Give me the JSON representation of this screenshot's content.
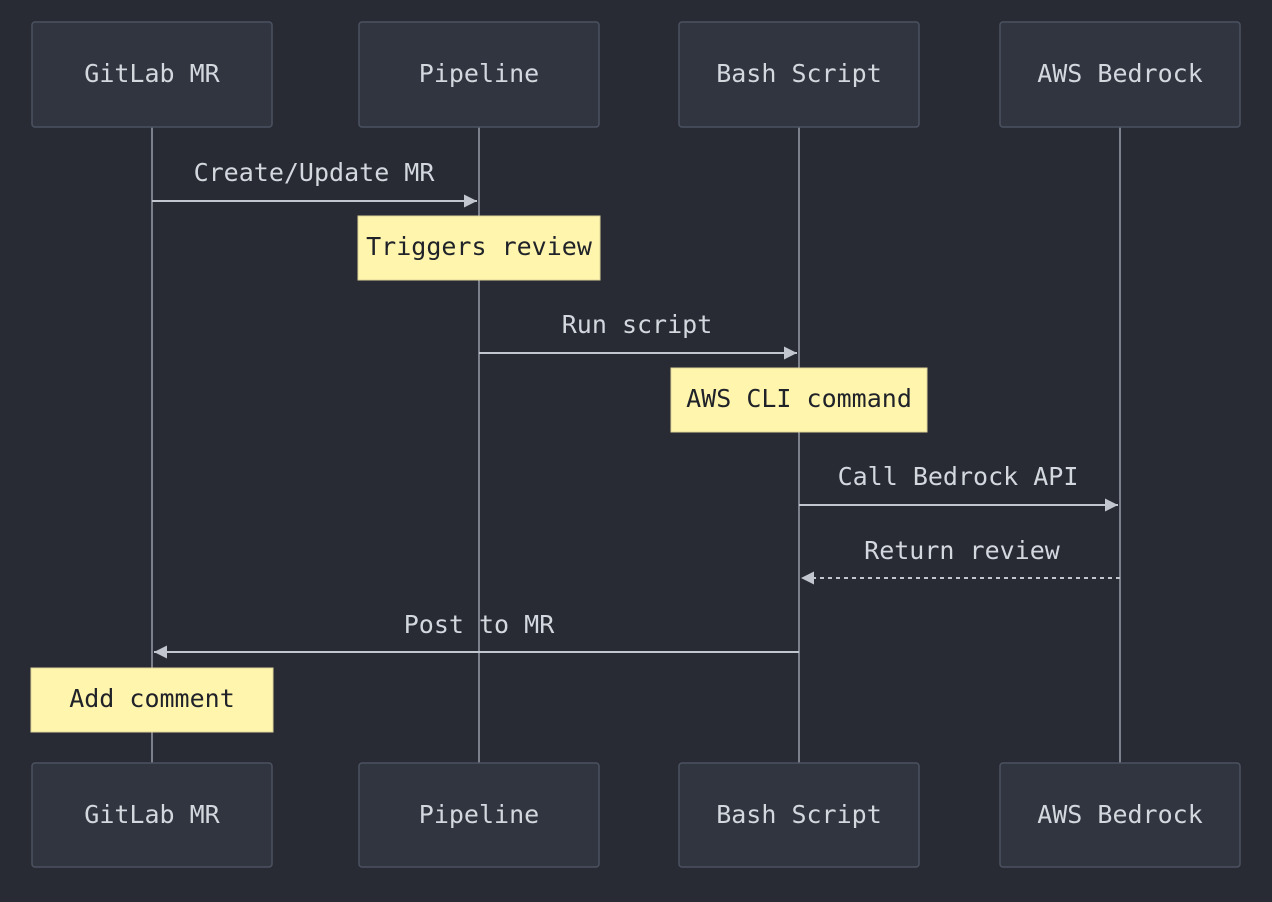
{
  "colors": {
    "background": "#282b33",
    "actor_fill": "#30353f",
    "actor_border": "#4b5261",
    "actor_text": "#d3d7de",
    "lifeline": "#8b909b",
    "arrow": "#c2c6cf",
    "note_fill": "#fff5ad",
    "note_text": "#1f2228"
  },
  "actors": [
    {
      "id": "gitlab",
      "label": "GitLab MR"
    },
    {
      "id": "pipeline",
      "label": "Pipeline"
    },
    {
      "id": "bash",
      "label": "Bash Script"
    },
    {
      "id": "bedrock",
      "label": "AWS Bedrock"
    }
  ],
  "messages": [
    {
      "from": "gitlab",
      "to": "pipeline",
      "label": "Create/Update MR",
      "style": "solid"
    },
    {
      "from": "pipeline",
      "to": "bash",
      "label": "Run script",
      "style": "solid"
    },
    {
      "from": "bash",
      "to": "bedrock",
      "label": "Call Bedrock API",
      "style": "solid"
    },
    {
      "from": "bedrock",
      "to": "bash",
      "label": "Return review",
      "style": "dashed"
    },
    {
      "from": "bash",
      "to": "gitlab",
      "label": "Post to MR",
      "style": "solid"
    }
  ],
  "notes": [
    {
      "over": "pipeline",
      "label": "Triggers review"
    },
    {
      "over": "bash",
      "label": "AWS CLI command"
    },
    {
      "over": "gitlab",
      "label": "Add comment"
    }
  ]
}
